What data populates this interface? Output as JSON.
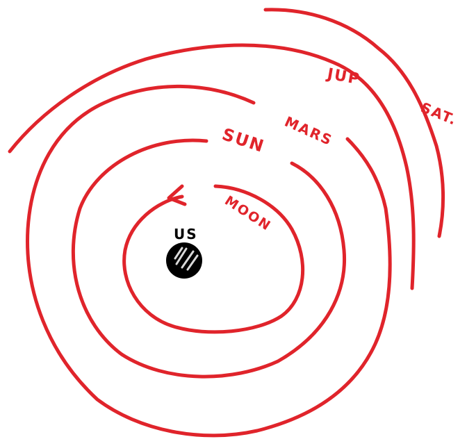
{
  "colors": {
    "ink": "#e0242b",
    "earth": "#000000",
    "earth_highlight": "#d9d9d9",
    "background": "#ffffff"
  },
  "labels": {
    "center": "US",
    "moon": "MOON",
    "sun": "SUN",
    "mars": "MARS",
    "jupiter": "JUP",
    "saturn": "SAT."
  }
}
